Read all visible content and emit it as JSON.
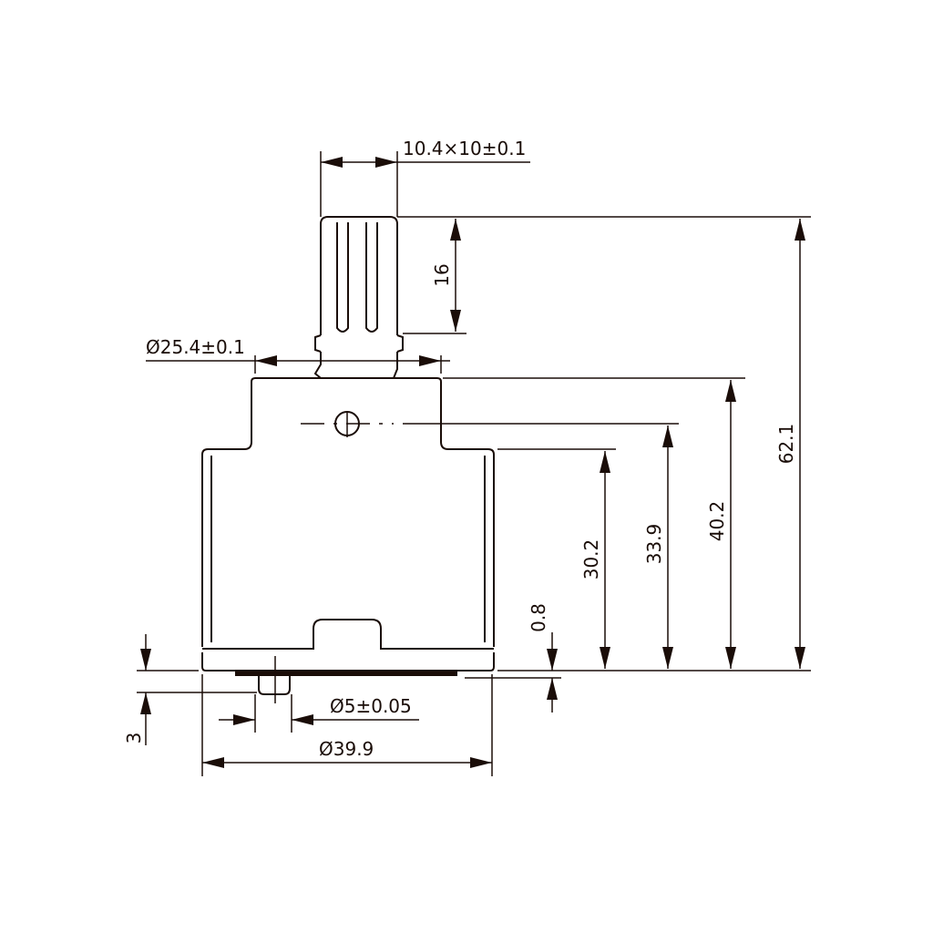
{
  "colors": {
    "ink": "#1a0d08",
    "background": "#ffffff"
  },
  "dimensions": {
    "stem_profile": "10.4×10±0.1",
    "spline_length": "16",
    "neck_diameter": "Ø25.4±0.1",
    "total_height": "62.1",
    "height_to_shoulder": "40.2",
    "height_to_pin_axis": "33.9",
    "body_height": "30.2",
    "seal_offset": "0.8",
    "pin_length": "3",
    "pin_diameter": "Ø5±0.05",
    "body_diameter": "Ø39.9"
  }
}
